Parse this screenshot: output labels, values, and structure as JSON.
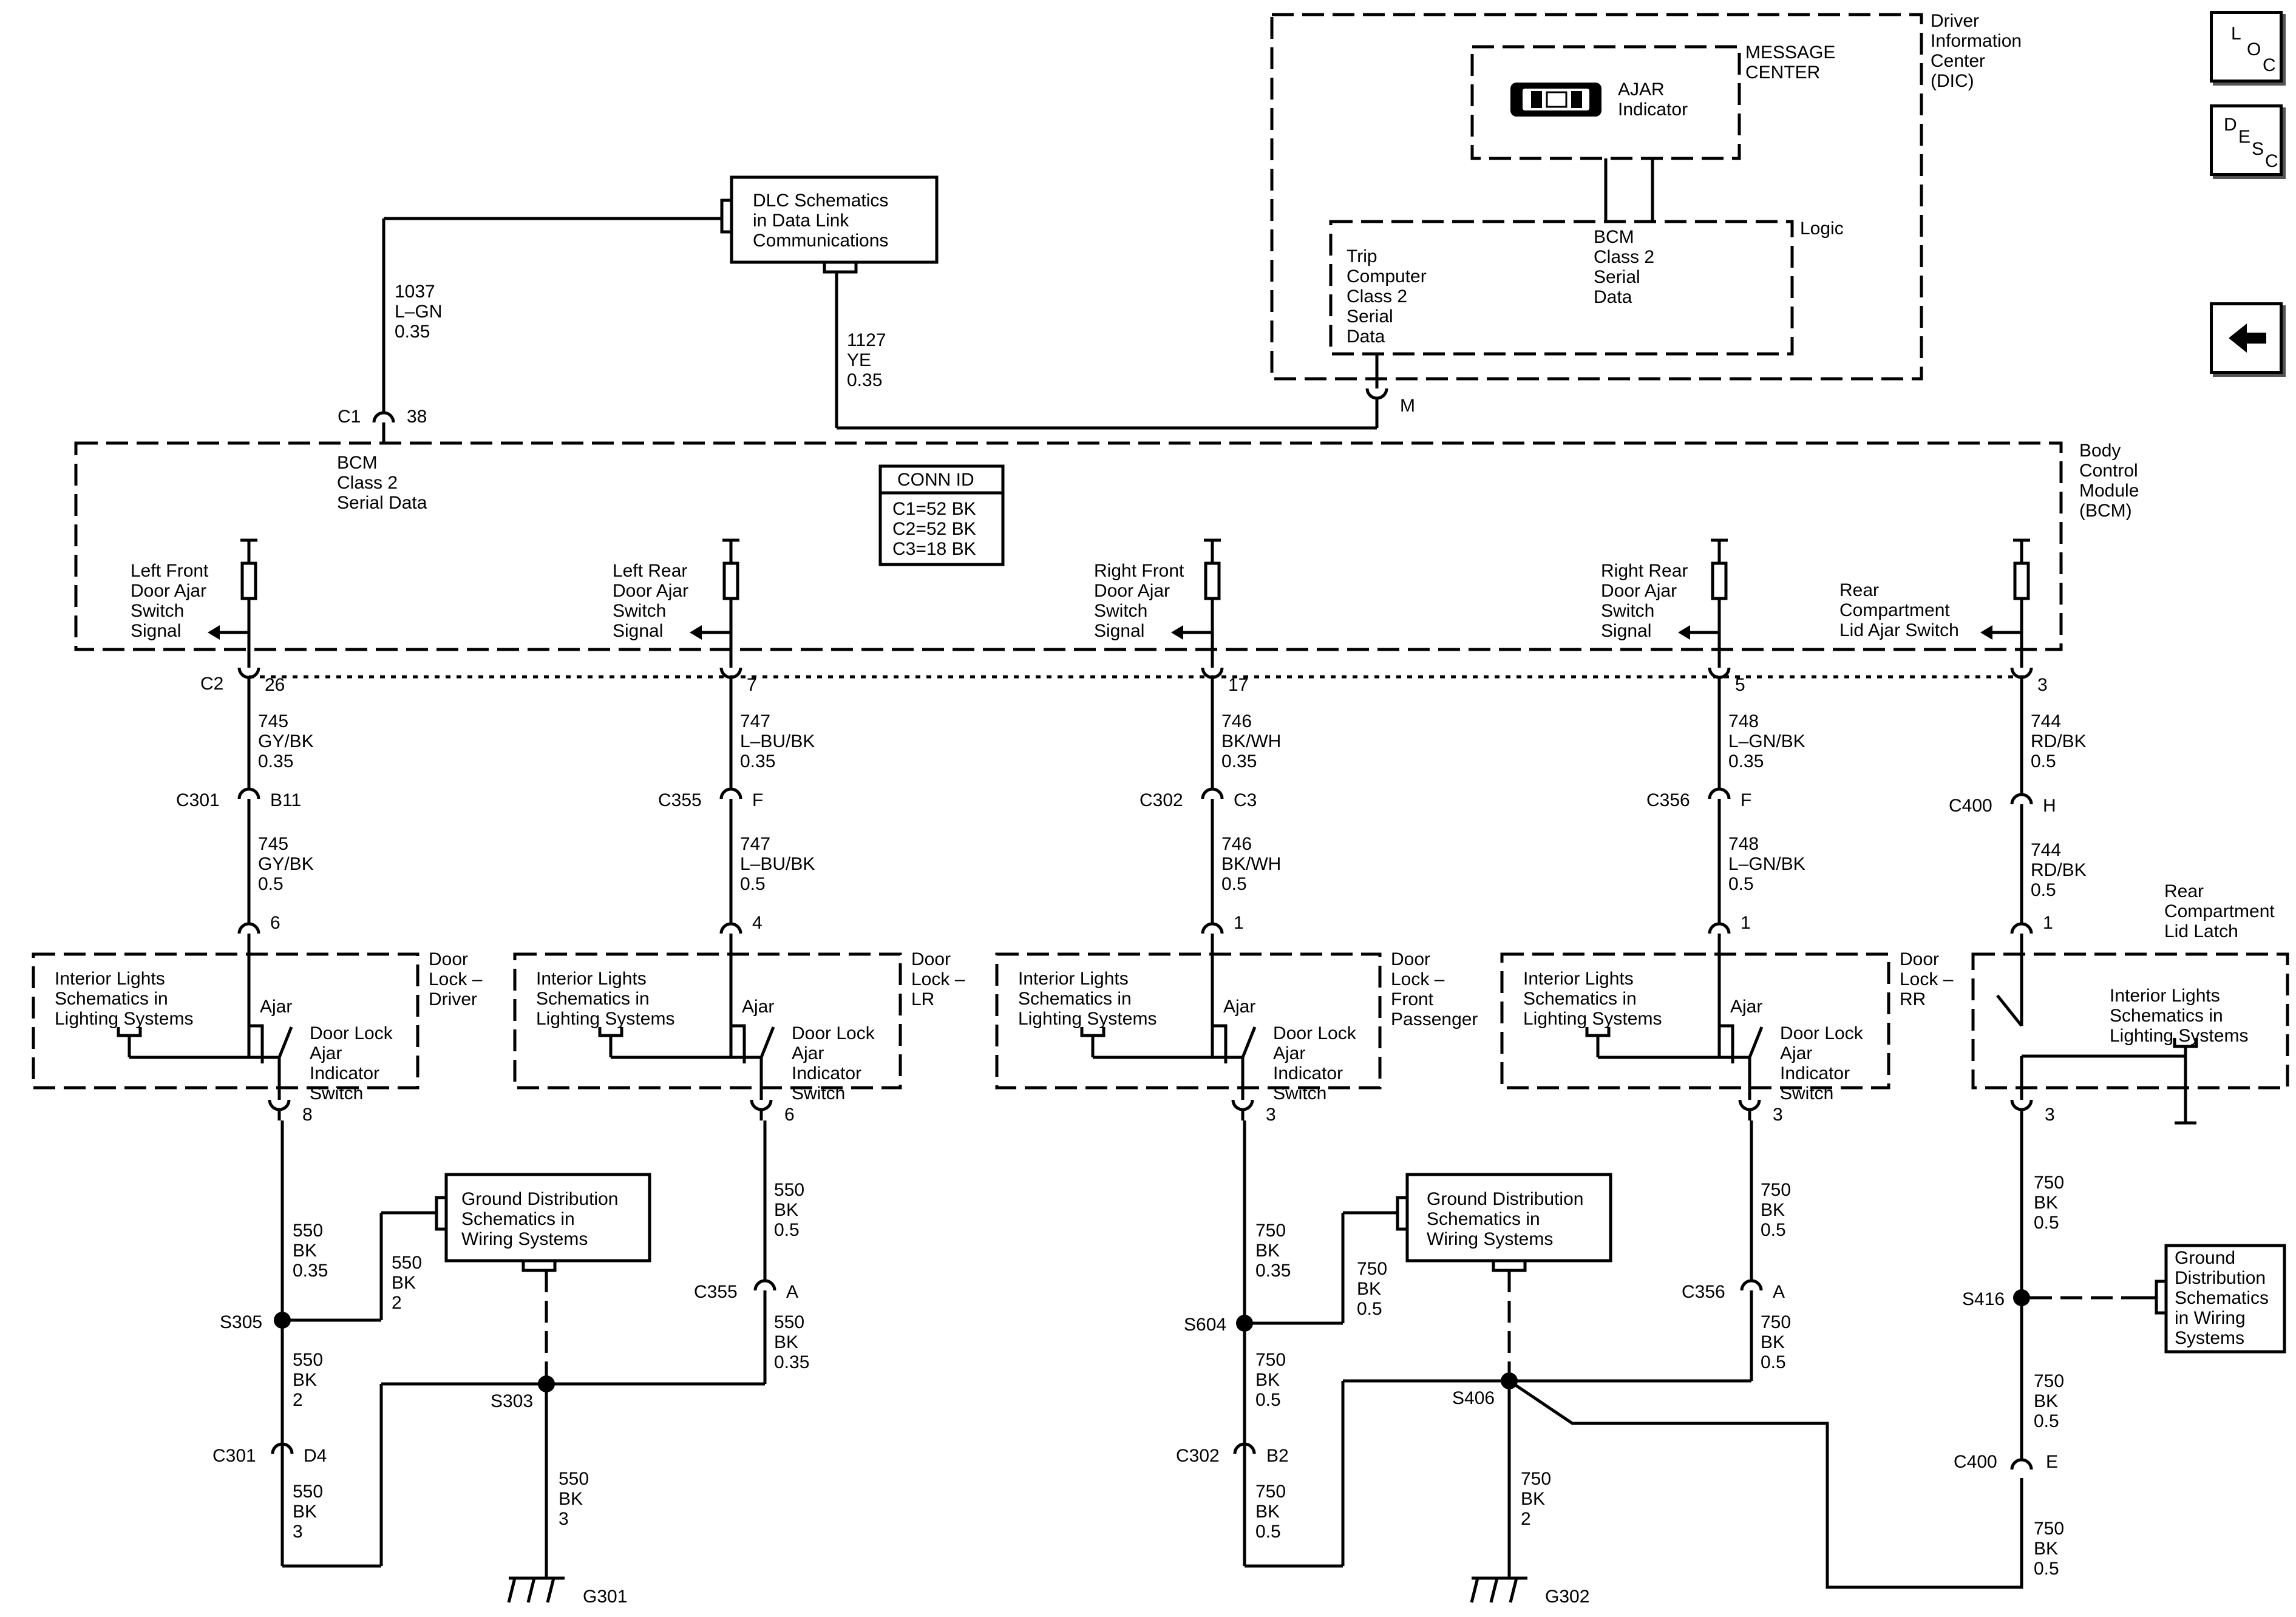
{
  "nav": {
    "loc": [
      "L",
      "O",
      "C"
    ],
    "desc": [
      "D",
      "E",
      "S",
      "C"
    ]
  },
  "dic": {
    "title": [
      "Driver",
      "Information",
      "Center",
      "(DIC)"
    ],
    "message_center": [
      "MESSAGE",
      "CENTER"
    ],
    "ajar_indicator": [
      "AJAR",
      "Indicator"
    ],
    "logic_label": "Logic",
    "trip_computer": [
      "Trip",
      "Computer",
      "Class 2",
      "Serial",
      "Data"
    ],
    "bcm_serial": [
      "BCM",
      "Class 2",
      "Serial",
      "Data"
    ],
    "pin": "M"
  },
  "dlc": {
    "box": [
      "DLC Schematics",
      "in Data Link",
      "Communications"
    ],
    "wire_left": [
      "1037",
      "L–GN",
      "0.35"
    ],
    "wire_right": [
      "1127",
      "YE",
      "0.35"
    ]
  },
  "bcm": {
    "title": [
      "Body",
      "Control",
      "Module",
      "(BCM)"
    ],
    "connector": "C1",
    "pin": "38",
    "serial": [
      "BCM",
      "Class 2",
      "Serial Data"
    ],
    "conn_id_title": "CONN ID",
    "conn_id_rows": [
      "C1=52 BK",
      "C2=52 BK",
      "C3=18 BK"
    ],
    "c2_label": "C2"
  },
  "circuits": [
    {
      "signal": [
        "Left Front",
        "Door Ajar",
        "Switch",
        "Signal"
      ],
      "bcm_pin": "26",
      "wire1": [
        "745",
        "GY/BK",
        "0.35"
      ],
      "inline_connector": "C301",
      "inline_pin": "B11",
      "wire2": [
        "745",
        "GY/BK",
        "0.5"
      ],
      "device_pin_in": "6",
      "device_name": [
        "Door",
        "Lock –",
        "Driver"
      ],
      "lighting_ref": [
        "Interior Lights",
        "Schematics in",
        "Lighting Systems"
      ],
      "ajar_label": "Ajar",
      "switch_label": [
        "Door Lock",
        "Ajar",
        "Indicator",
        "Switch"
      ],
      "device_pin_out": "8"
    },
    {
      "signal": [
        "Left Rear",
        "Door Ajar",
        "Switch",
        "Signal"
      ],
      "bcm_pin": "7",
      "wire1": [
        "747",
        "L–BU/BK",
        "0.35"
      ],
      "inline_connector": "C355",
      "inline_pin": "F",
      "wire2": [
        "747",
        "L–BU/BK",
        "0.5"
      ],
      "device_pin_in": "4",
      "device_name": [
        "Door",
        "Lock –",
        "LR"
      ],
      "lighting_ref": [
        "Interior Lights",
        "Schematics in",
        "Lighting Systems"
      ],
      "ajar_label": "Ajar",
      "switch_label": [
        "Door Lock",
        "Ajar",
        "Indicator",
        "Switch"
      ],
      "device_pin_out": "6"
    },
    {
      "signal": [
        "Right Front",
        "Door Ajar",
        "Switch",
        "Signal"
      ],
      "bcm_pin": "17",
      "wire1": [
        "746",
        "BK/WH",
        "0.35"
      ],
      "inline_connector": "C302",
      "inline_pin": "C3",
      "wire2": [
        "746",
        "BK/WH",
        "0.5"
      ],
      "device_pin_in": "1",
      "device_name": [
        "Door",
        "Lock –",
        "Front",
        "Passenger"
      ],
      "lighting_ref": [
        "Interior Lights",
        "Schematics in",
        "Lighting Systems"
      ],
      "ajar_label": "Ajar",
      "switch_label": [
        "Door Lock",
        "Ajar",
        "Indicator",
        "Switch"
      ],
      "device_pin_out": "3"
    },
    {
      "signal": [
        "Right Rear",
        "Door Ajar",
        "Switch",
        "Signal"
      ],
      "bcm_pin": "5",
      "wire1": [
        "748",
        "L–GN/BK",
        "0.35"
      ],
      "inline_connector": "C356",
      "inline_pin": "F",
      "wire2": [
        "748",
        "L–GN/BK",
        "0.5"
      ],
      "device_pin_in": "1",
      "device_name": [
        "Door",
        "Lock –",
        "RR"
      ],
      "lighting_ref": [
        "Interior Lights",
        "Schematics in",
        "Lighting Systems"
      ],
      "ajar_label": "Ajar",
      "switch_label": [
        "Door Lock",
        "Ajar",
        "Indicator",
        "Switch"
      ],
      "device_pin_out": "3"
    },
    {
      "signal": [
        "Rear",
        "Compartment",
        "Lid Ajar Switch"
      ],
      "bcm_pin": "3",
      "wire1": [
        "744",
        "RD/BK",
        "0.5"
      ],
      "inline_connector": "C400",
      "inline_pin": "H",
      "wire2": [
        "744",
        "RD/BK",
        "0.5"
      ],
      "device_pin_in": "1",
      "device_name": [
        "Rear",
        "Compartment",
        "Lid Latch"
      ],
      "lighting_ref": [
        "Interior Lights",
        "Schematics in",
        "Lighting Systems"
      ],
      "device_pin_out": "3"
    }
  ],
  "ground_left": {
    "ref_box": [
      "Ground Distribution",
      "Schematics in",
      "Wiring Systems"
    ],
    "w_550_035": [
      "550",
      "BK",
      "0.35"
    ],
    "splice_s305": "S305",
    "w_550_2a": [
      "550",
      "BK",
      "2"
    ],
    "w_550_2b": [
      "550",
      "BK",
      "2"
    ],
    "c301": "C301",
    "c301_pin": "D4",
    "w_550_3a": [
      "550",
      "BK",
      "3"
    ],
    "splice_s303": "S303",
    "w_550_3b": [
      "550",
      "BK",
      "3"
    ],
    "ground": "G301",
    "w_lr_a": [
      "550",
      "BK",
      "0.5"
    ],
    "c355": "C355",
    "c355_pin": "A",
    "w_lr_b": [
      "550",
      "BK",
      "0.35"
    ]
  },
  "ground_right": {
    "ref_box": [
      "Ground Distribution",
      "Schematics in",
      "Wiring Systems"
    ],
    "w_rf_a": [
      "750",
      "BK",
      "0.35"
    ],
    "splice_s604": "S604",
    "w_rf_b": [
      "750",
      "BK",
      "0.5"
    ],
    "w_rf_c": [
      "750",
      "BK",
      "0.5"
    ],
    "c302": "C302",
    "c302_pin": "B2",
    "w_rf_d": [
      "750",
      "BK",
      "0.5"
    ],
    "splice_s406": "S406",
    "w_g302": [
      "750",
      "BK",
      "2"
    ],
    "ground": "G302",
    "w_rr_a": [
      "750",
      "BK",
      "0.5"
    ],
    "c356": "C356",
    "c356_pin": "A",
    "w_rr_b": [
      "750",
      "BK",
      "0.5"
    ],
    "w_lid_a": [
      "750",
      "BK",
      "0.5"
    ],
    "splice_s416": "S416",
    "ref_box_2": [
      "Ground",
      "Distribution",
      "Schematics",
      "in Wiring",
      "Systems"
    ],
    "w_lid_b": [
      "750",
      "BK",
      "0.5"
    ],
    "c400": "C400",
    "c400_pin": "E",
    "w_lid_c": [
      "750",
      "BK",
      "0.5"
    ]
  }
}
